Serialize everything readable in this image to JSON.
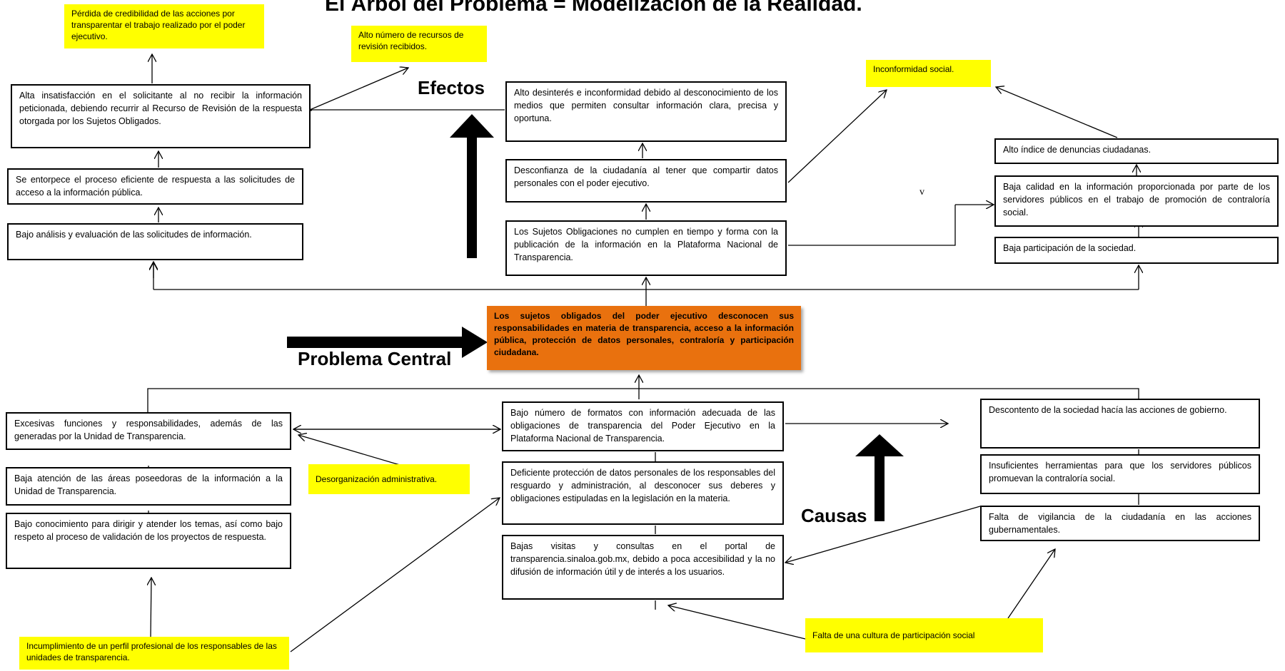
{
  "title": "El Árbol del Problema = Modelización de la Realidad.",
  "labels": {
    "efectos": "Efectos",
    "problema_central": "Problema Central",
    "causas": "Causas"
  },
  "central_problem": "Los sujetos obligados del poder ejecutivo desconocen sus responsabilidades en materia de transparencia, acceso a la información pública, protección de datos personales, contraloría y participación ciudadana.",
  "effects": {
    "left": [
      "Pérdida de credibilidad de las acciones por transparentar el trabajo realizado por el poder ejecutivo.",
      "Alto número de recursos de revisión recibidos.",
      "Alta insatisfacción en el solicitante al no recibir la información peticionada, debiendo recurrir al Recurso de Revisión de la respuesta otorgada por los Sujetos Obligados.",
      "Se entorpece el proceso eficiente de respuesta a las solicitudes de acceso a la información pública.",
      "Bajo análisis y evaluación de las solicitudes de información."
    ],
    "center": [
      "Alto desinterés e inconformidad debido al desconocimiento de los medios que permiten consultar información clara, precisa y oportuna.",
      "Desconfianza de la ciudadanía al tener que compartir datos personales con el poder ejecutivo.",
      "Los Sujetos Obligaciones no cumplen en tiempo y forma con la publicación de la información en la Plataforma Nacional de Transparencia."
    ],
    "right": [
      "Inconformidad social.",
      "Alto índice de denuncias ciudadanas.",
      "Baja calidad en la información proporcionada por parte de los servidores públicos en el trabajo de promoción de contraloría social.",
      "Baja participación de la sociedad."
    ],
    "v_mark": "v"
  },
  "causes": {
    "left": [
      "Excesivas funciones y responsabilidades, además de las generadas por la  Unidad de Transparencia.",
      "Baja atención de las áreas poseedoras de la información a la Unidad de Transparencia.",
      "Bajo conocimiento para dirigir y atender los temas, así como bajo respeto al proceso de validación de los proyectos de respuesta.",
      "Desorganización administrativa.",
      "Incumplimiento de un perfil profesional de los responsables de las unidades de transparencia."
    ],
    "center": [
      "Bajo número de formatos con información adecuada de las obligaciones de transparencia del Poder Ejecutivo en la Plataforma Nacional de Transparencia.",
      "Deficiente protección de datos personales de los responsables del resguardo y administración, al desconocer sus deberes y obligaciones estipuladas en la legislación en la materia.",
      "Bajas visitas y consultas en el portal de transparencia.sinaloa.gob.mx, debido a poca accesibilidad y la no difusión de información útil y de interés a los usuarios.",
      "Falta de una cultura de participación social"
    ],
    "right": [
      "Descontento de la sociedad hacía las acciones de gobierno.",
      "Insuficientes herramientas para que los servidores públicos promuevan la contraloría social.",
      "Falta de vigilancia de la ciudadanía en las acciones gubernamentales."
    ]
  }
}
